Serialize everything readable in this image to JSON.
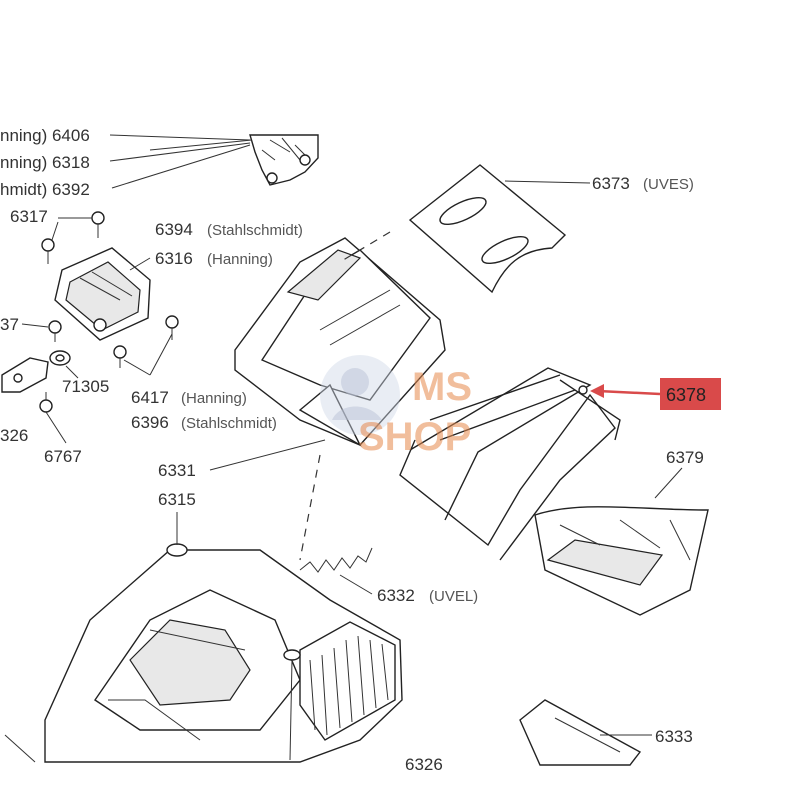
{
  "labels": {
    "l6406": "nning) 6406",
    "l6318": "nning) 6318",
    "l6392": "hmidt) 6392",
    "l6317": "6317",
    "l6394_num": "6394",
    "l6394_sub": "(Stahlschmidt)",
    "l6316_num": "6316",
    "l6316_sub": "(Hanning)",
    "l37": "37",
    "l71305": "71305",
    "l6417_num": "6417",
    "l6417_sub": "(Hanning)",
    "l6396_num": "6396",
    "l6396_sub": "(Stahlschmidt)",
    "l326": "326",
    "l6767": "6767",
    "l6331": "6331",
    "l6315": "6315",
    "l6373_num": "6373",
    "l6373_sub": "(UVES)",
    "l6379": "6379",
    "l6332_num": "6332",
    "l6332_sub": "(UVEL)",
    "l6333": "6333",
    "l6326": "6326"
  },
  "highlight": {
    "label": "6378",
    "color": "#d94a4a"
  },
  "watermark": {
    "line1": "MS",
    "line2": "SHOP",
    "color": "#e6894d"
  }
}
